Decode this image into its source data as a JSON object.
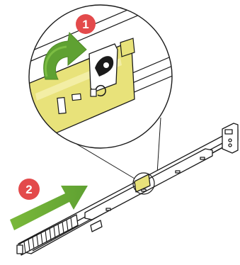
{
  "callouts": [
    {
      "label": "1",
      "meaning": "rotate-latch-step"
    },
    {
      "label": "2",
      "meaning": "push-rail-step"
    }
  ],
  "colors": {
    "callout_red": "#e34a4b",
    "arrow_green": "#5fa132",
    "arrow_green_light": "#7ab83a",
    "latch_yellow": "#e8e27a",
    "outline": "#1a1a1a",
    "background": "#ffffff"
  },
  "icons": [
    "curved-rotate-arrow",
    "straight-push-arrow",
    "magnifier-circle"
  ]
}
